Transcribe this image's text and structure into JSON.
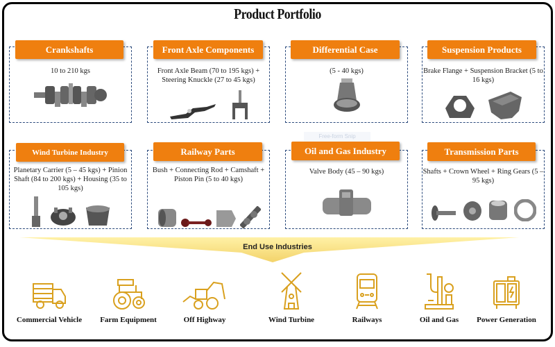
{
  "title": "Product Portfolio",
  "products": [
    {
      "name": "Crankshafts",
      "desc": "10 to 210 kgs"
    },
    {
      "name": "Front Axle Components",
      "desc": "Front Axle Beam (70 to 195 kgs) + Steering Knuckle (27 to 45 kgs)"
    },
    {
      "name": "Differential Case",
      "desc": "(5 - 40 kgs)"
    },
    {
      "name": "Suspension Products",
      "desc": "Brake Flange + Suspension Bracket (5 to 16 kgs)"
    },
    {
      "name": "Wind Turbine Industry",
      "desc": "Planetary Carrier (5 – 45 kgs) + Pinion Shaft (84 to 200 kgs) + Housing (35 to 105 kgs)"
    },
    {
      "name": "Railway Parts",
      "desc": "Bush + Connecting Rod + Camshaft + Piston Pin (5 to 40 kgs)"
    },
    {
      "name": "Oil and Gas Industry",
      "desc": "Valve Body (45 – 90 kgs)"
    },
    {
      "name": "Transmission Parts",
      "desc": "Shafts + Crown Wheel + Ring Gears (5 – 95 kgs)"
    }
  ],
  "overlay": {
    "snip_label": "Free-form Snip"
  },
  "end_use": {
    "heading": "End Use Industries",
    "accent_color": "#d9a01e",
    "items": [
      {
        "label": "Commercial Vehicle",
        "icon": "truck-icon"
      },
      {
        "label": "Farm Equipment",
        "icon": "tractor-icon"
      },
      {
        "label": "Off Highway",
        "icon": "backhoe-loader-icon"
      },
      {
        "label": "Wind Turbine",
        "icon": "windmill-icon"
      },
      {
        "label": "Railways",
        "icon": "train-icon"
      },
      {
        "label": "Oil and Gas",
        "icon": "pipeline-icon"
      },
      {
        "label": "Power Generation",
        "icon": "generator-icon"
      }
    ]
  },
  "colors": {
    "header_orange": "#ef7f0f",
    "dash_border": "#2b4a7c",
    "banner_yellow": "#fde98a"
  }
}
